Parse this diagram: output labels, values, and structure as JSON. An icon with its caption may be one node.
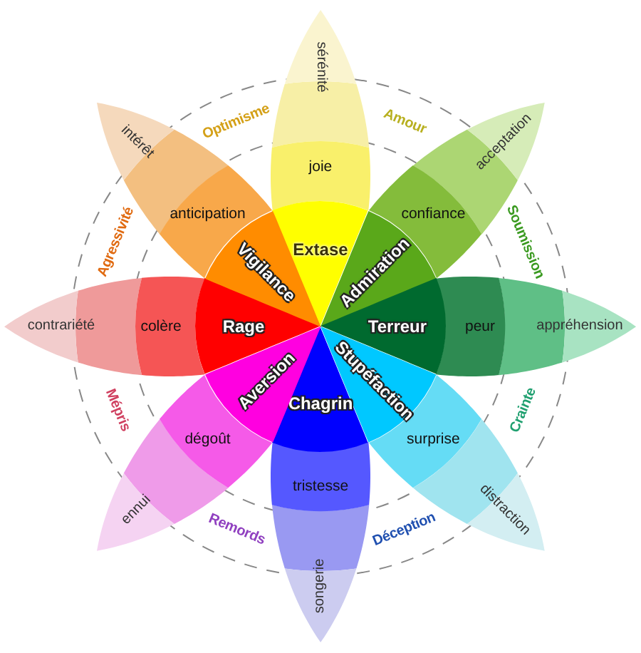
{
  "diagram": {
    "nodes": [
      {
        "text": [
          "Extase"
        ]
      },
      {
        "text": [
          "joie"
        ]
      },
      {
        "text": [
          "sérénité"
        ]
      },
      {
        "text": [
          "Admiration"
        ]
      },
      {
        "text": [
          "confiance"
        ]
      },
      {
        "text": [
          "acceptation"
        ]
      },
      {
        "text": [
          "Terreur"
        ]
      },
      {
        "text": [
          "peur"
        ]
      },
      {
        "text": [
          "appréhension"
        ]
      },
      {
        "text": [
          "Stupéfaction"
        ]
      },
      {
        "text": [
          "surprise"
        ]
      },
      {
        "text": [
          "distraction"
        ]
      },
      {
        "text": [
          "Chagrin"
        ]
      },
      {
        "text": [
          "tristesse"
        ]
      },
      {
        "text": [
          "songerie"
        ]
      },
      {
        "text": [
          "Aversion"
        ]
      },
      {
        "text": [
          "dégoût"
        ]
      },
      {
        "text": [
          "ennui"
        ]
      },
      {
        "text": [
          "Rage"
        ]
      },
      {
        "text": [
          "colère"
        ]
      },
      {
        "text": [
          "contrariété"
        ]
      },
      {
        "text": [
          "Vigilance"
        ]
      },
      {
        "text": [
          "anticipation"
        ]
      },
      {
        "text": [
          "intérêt"
        ]
      }
    ],
    "labels": [
      "Optimisme",
      "Amour",
      "Soumission",
      "Crainte",
      "Déception",
      "Remords",
      "Mépris",
      "Agressivité"
    ]
  }
}
